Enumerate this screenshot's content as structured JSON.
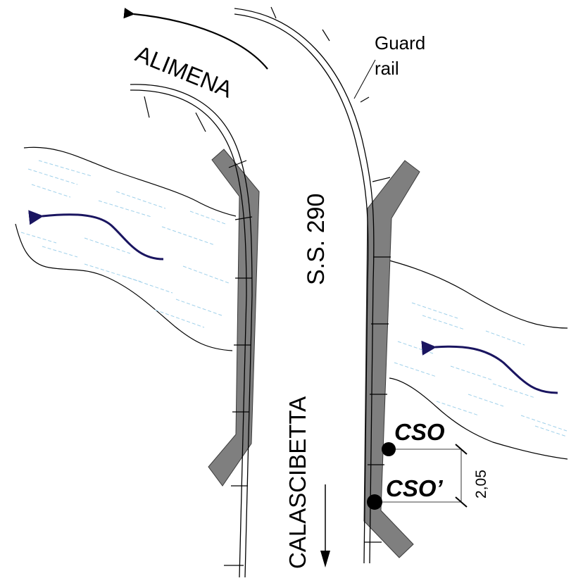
{
  "labels": {
    "alimena": "ALIMENA",
    "road": "S.S. 290",
    "calascibetta": "CALASCIBETTA",
    "guard_rail_line1": "Guard",
    "guard_rail_line2": "rail",
    "cso": "CSO",
    "cso_prime": "CSO’",
    "distance": "2,05"
  },
  "colors": {
    "line": "#000000",
    "abutment": "#7f7f7f",
    "water_dash": "#9fd0ea",
    "flow_arrow": "#1a1560",
    "background": "#ffffff"
  },
  "icons": {
    "direction_arrow": "arrow-left-icon",
    "flow_arrow": "flow-arrow-icon",
    "south_arrow": "arrow-down-icon",
    "point_marker": "point-marker-icon"
  }
}
